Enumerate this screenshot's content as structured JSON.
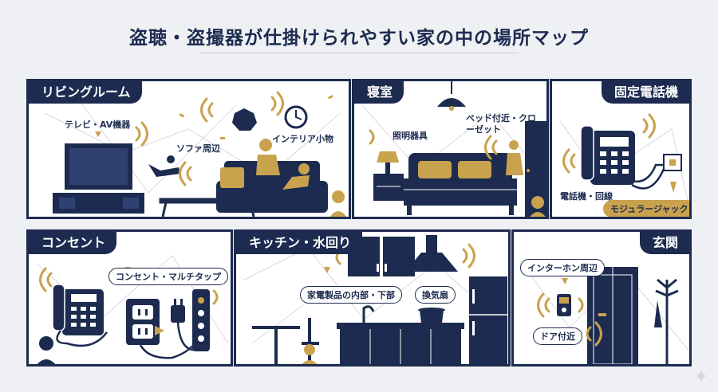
{
  "title": "盗聴・盗撮器が仕掛けられやすい家の中の場所マップ",
  "colors": {
    "navy": "#1c2b4f",
    "gold": "#c9a24e",
    "background": "#eef0f3"
  },
  "rooms": {
    "living": {
      "name": "リビングルーム",
      "labels": {
        "tv": "テレビ・AV機器",
        "sofa": "ソファ周辺",
        "interior": "インテリア小物"
      }
    },
    "bedroom": {
      "name": "寝室",
      "labels": {
        "light": "照明器具",
        "bed": "ベッド付近・クローゼット"
      }
    },
    "phone": {
      "name": "固定電話機",
      "labels": {
        "phone": "電話機・回線",
        "jack": "モジュラージャック"
      }
    },
    "outlet": {
      "name": "コンセント",
      "labels": {
        "outlet": "コンセント・マルチタップ"
      }
    },
    "kitchen": {
      "name": "キッチン・水回り",
      "labels": {
        "appliance": "家電製品の内部・下部",
        "fan": "換気扇"
      }
    },
    "entrance": {
      "name": "玄関",
      "labels": {
        "intercom": "インターホン周辺",
        "door": "ドア付近"
      }
    }
  }
}
